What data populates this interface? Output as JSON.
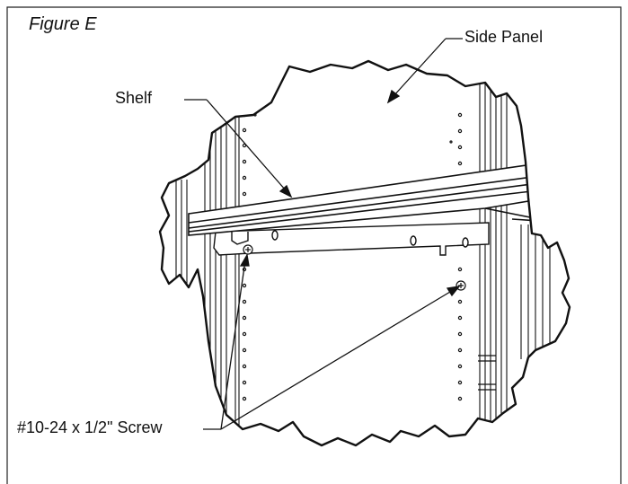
{
  "figure": {
    "title": "Figure E",
    "labels": {
      "side_panel": "Side Panel",
      "shelf": "Shelf",
      "screw": "#10-24 x 1/2\" Screw"
    }
  },
  "colors": {
    "line": "#111111",
    "background": "#ffffff"
  }
}
